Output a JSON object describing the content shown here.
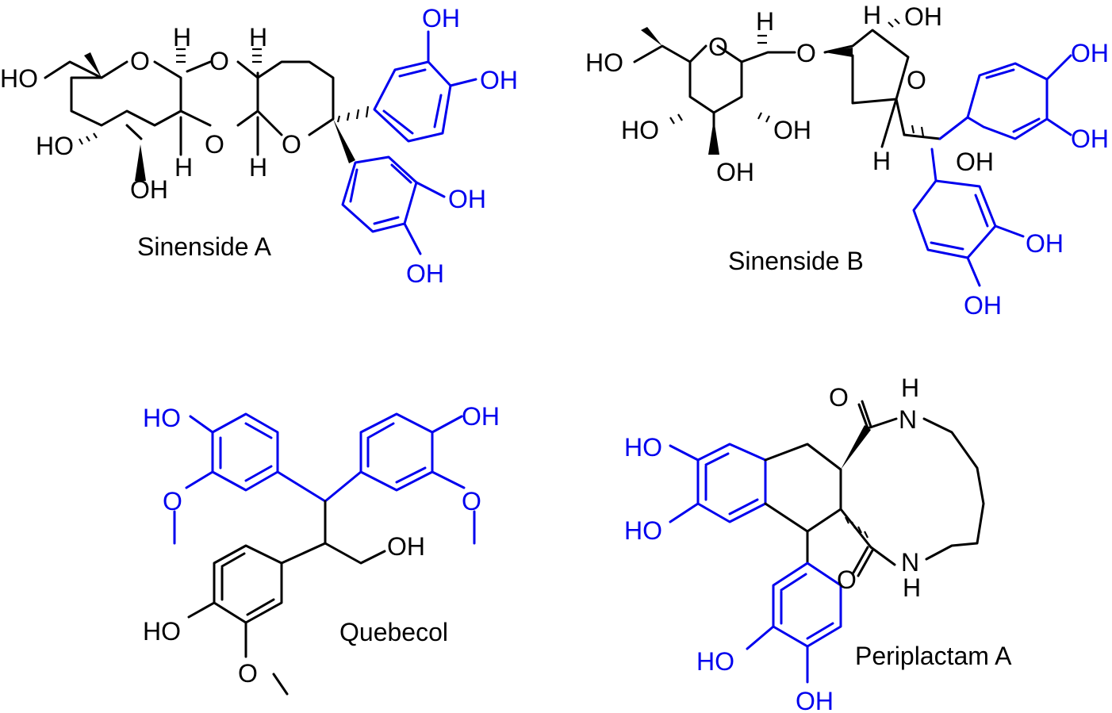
{
  "colors": {
    "skeleton": "#000000",
    "highlight": "#0000ee"
  },
  "molecules": [
    {
      "name": "Sinenside A",
      "atoms": {
        "ho_left": "HO",
        "o_r1": "O",
        "h_t1": "H",
        "o_t2": "O",
        "h_t2": "H",
        "ho_mid": "HO",
        "o_b1": "O",
        "o_b2": "O",
        "h_b1": "H",
        "h_b2": "H",
        "oh_bot": "OH",
        "oh_ar1a": "OH",
        "oh_ar1b": "OH",
        "oh_ar2a": "OH",
        "oh_ar2b": "OH"
      }
    },
    {
      "name": "Sinenside B",
      "atoms": {
        "ho_left": "HO",
        "o_ring": "O",
        "h_top": "H",
        "o_link": "O",
        "h_f": "H",
        "oh_f": "OH",
        "o_f": "O",
        "ho_mid": "HO",
        "oh_mid": "OH",
        "oh_bot": "OH",
        "h_bot": "H",
        "oh_c": "OH",
        "oh_ar1a": "OH",
        "oh_ar1b": "OH",
        "oh_ar2a": "OH",
        "oh_ar2b": "OH"
      }
    },
    {
      "name": "Quebecol",
      "atoms": {
        "ho_tl": "HO",
        "o_ml": "O",
        "oh_tr": "OH",
        "o_mr": "O",
        "oh_ch": "OH",
        "ho_bl": "HO",
        "o_bot": "O"
      }
    },
    {
      "name": "Periplactam A",
      "atoms": {
        "o_top": "O",
        "h_top": "H",
        "n_top": "N",
        "ho_1": "HO",
        "ho_2": "HO",
        "o_bot": "O",
        "n_bot": "N",
        "h_bot": "H",
        "ho_3": "HO",
        "oh_4": "OH"
      }
    }
  ]
}
